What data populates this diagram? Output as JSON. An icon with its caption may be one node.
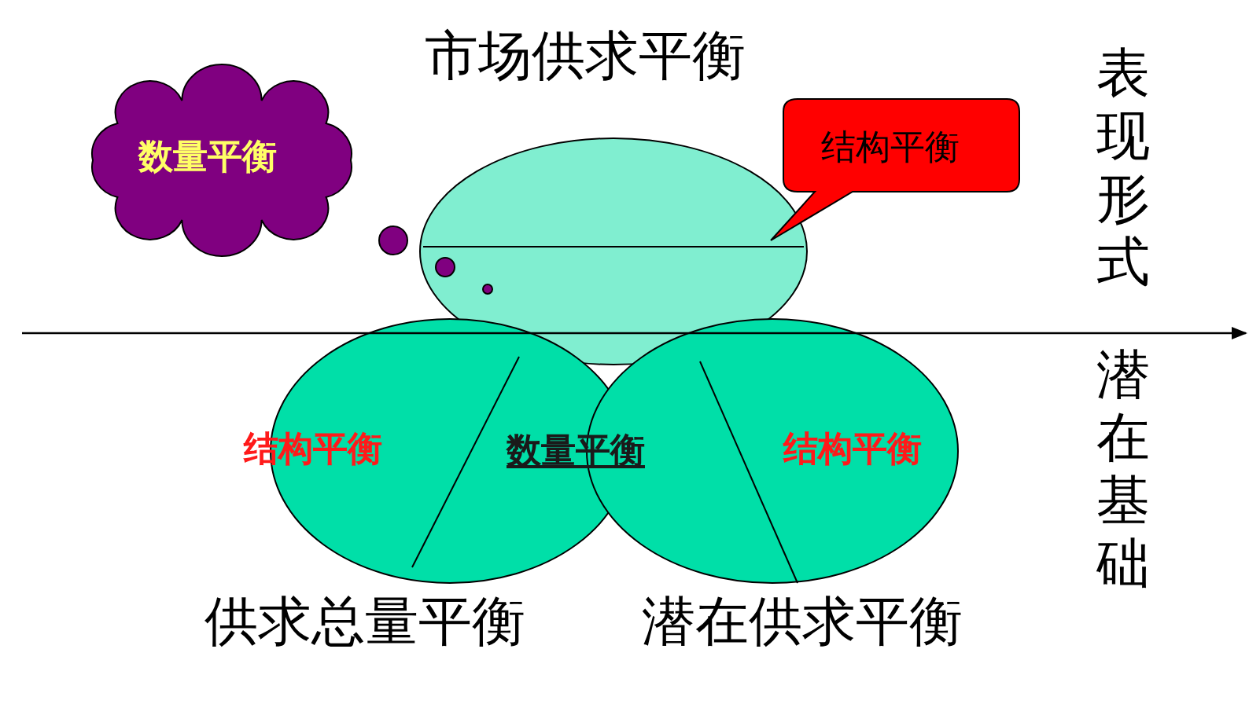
{
  "diagram": {
    "nodes": [
      {
        "text": [
          "市场供求平衡"
        ]
      },
      {
        "text": [
          "数量平衡"
        ]
      },
      {
        "text": [
          "结构平衡"
        ]
      },
      {
        "text": [
          "结构平衡",
          "供求总量平衡"
        ]
      },
      {
        "text": [
          "结构平衡",
          "潜在供求平衡"
        ]
      }
    ],
    "labels": [
      "表现形式",
      "数量平衡",
      "潜在基础"
    ]
  }
}
